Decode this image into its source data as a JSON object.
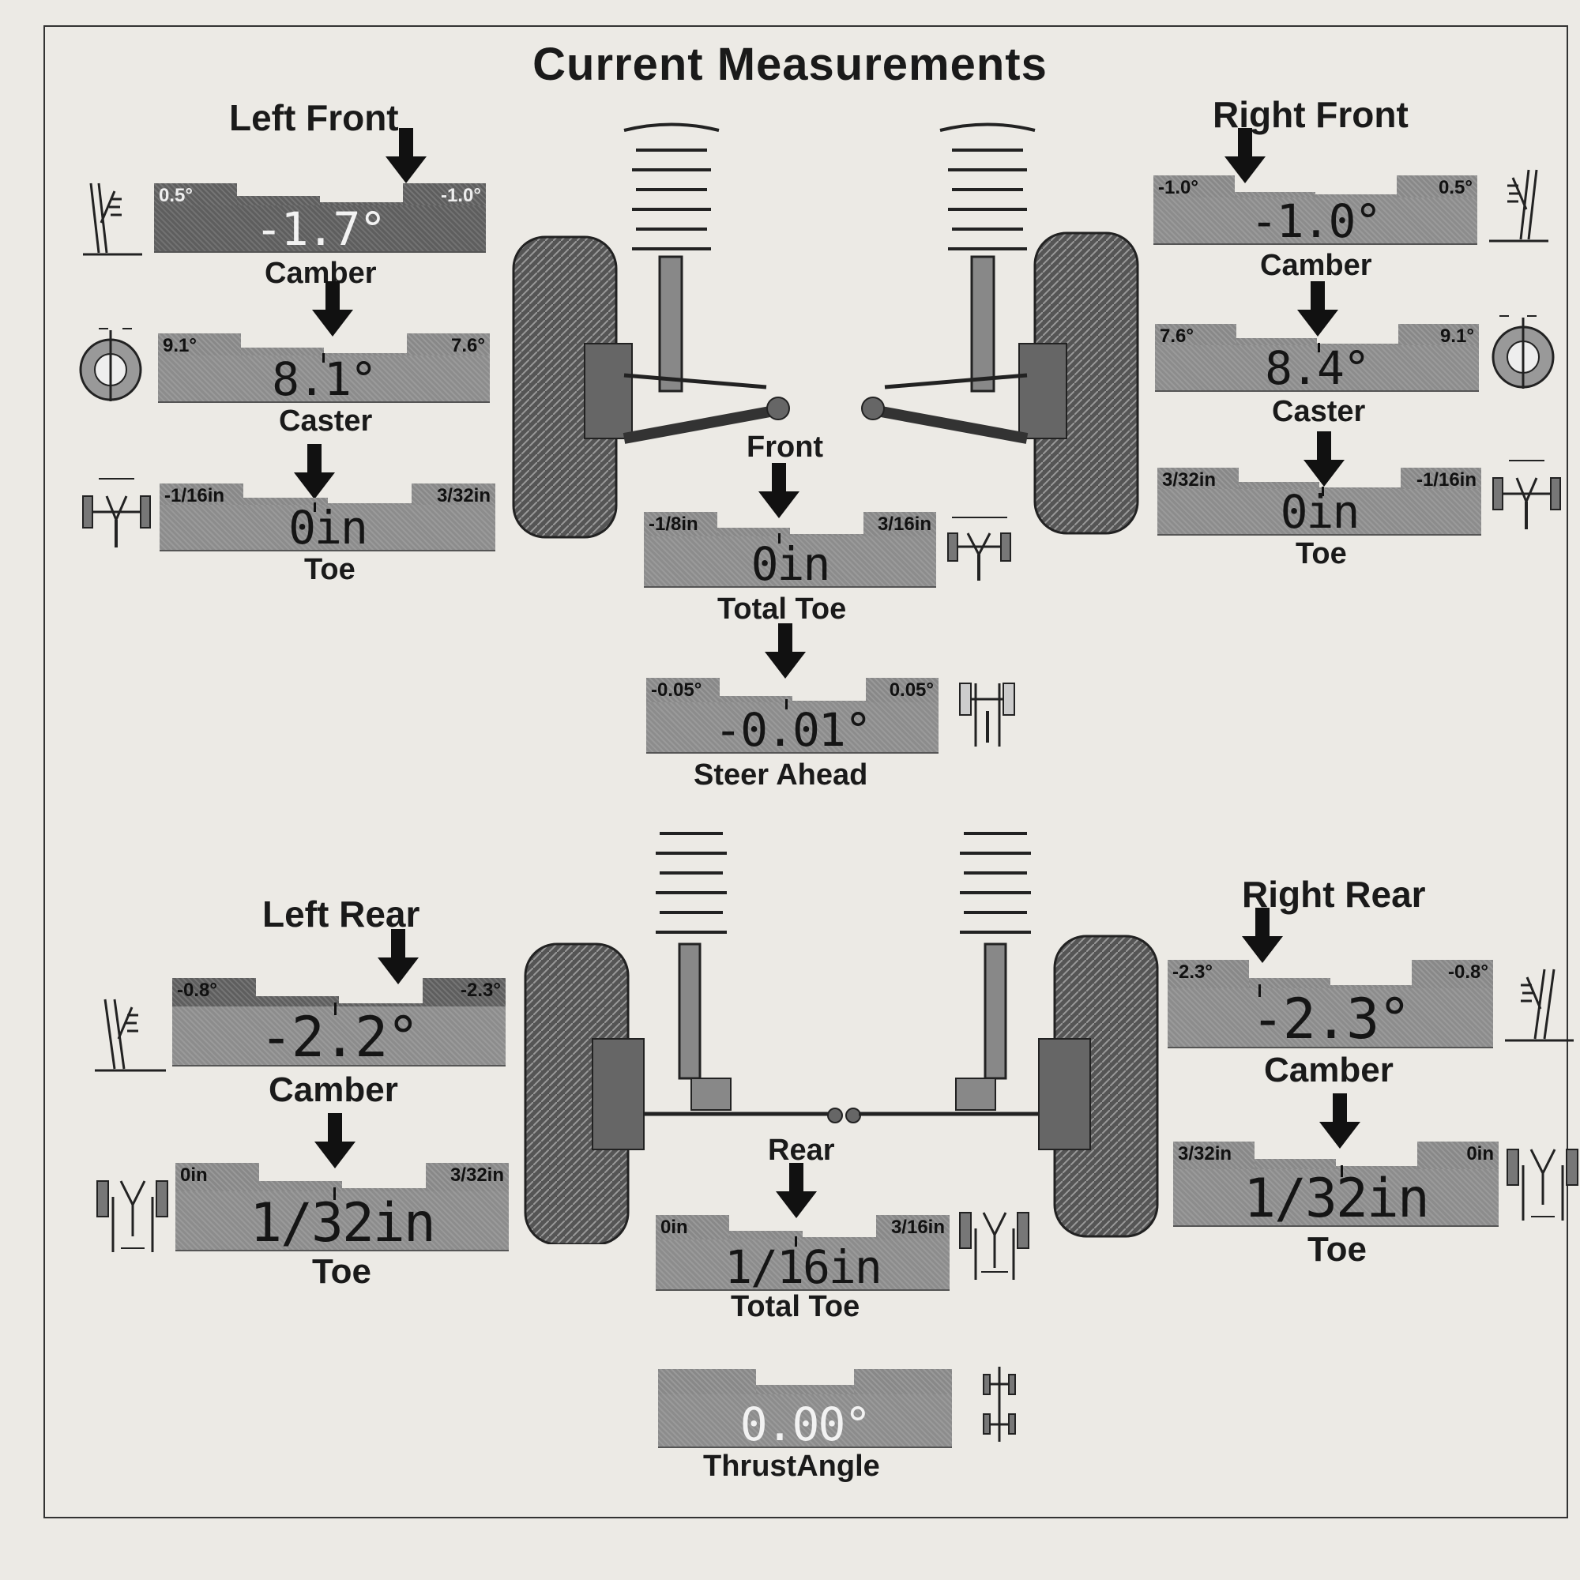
{
  "title": "Current Measurements",
  "front": {
    "left_front": {
      "title": "Left Front",
      "camber": {
        "label": "Camber",
        "min": "0.5°",
        "max": "-1.0°",
        "value": "-1.7°"
      },
      "caster": {
        "label": "Caster",
        "min": "9.1°",
        "max": "7.6°",
        "value": "8.1°"
      },
      "toe": {
        "label": "Toe",
        "min": "-1/16in",
        "max": "3/32in",
        "value": "0in"
      }
    },
    "right_front": {
      "title": "Right Front",
      "camber": {
        "label": "Camber",
        "min": "-1.0°",
        "max": "0.5°",
        "value": "-1.0°"
      },
      "caster": {
        "label": "Caster",
        "min": "7.6°",
        "max": "9.1°",
        "value": "8.4°"
      },
      "toe": {
        "label": "Toe",
        "min": "3/32in",
        "max": "-1/16in",
        "value": "0in"
      }
    },
    "center": {
      "title": "Front",
      "total_toe": {
        "label": "Total Toe",
        "min": "-1/8in",
        "max": "3/16in",
        "value": "0in"
      },
      "steer_ahead": {
        "label": "Steer Ahead",
        "min": "-0.05°",
        "max": "0.05°",
        "value": "-0.01°"
      }
    }
  },
  "rear": {
    "left_rear": {
      "title": "Left Rear",
      "camber": {
        "label": "Camber",
        "min": "-0.8°",
        "max": "-2.3°",
        "value": "-2.2°"
      },
      "toe": {
        "label": "Toe",
        "min": "0in",
        "max": "3/32in",
        "value": "1/32in"
      }
    },
    "right_rear": {
      "title": "Right Rear",
      "camber": {
        "label": "Camber",
        "min": "-2.3°",
        "max": "-0.8°",
        "value": "-2.3°"
      },
      "toe": {
        "label": "Toe",
        "min": "3/32in",
        "max": "0in",
        "value": "1/32in"
      }
    },
    "center": {
      "title": "Rear",
      "total_toe": {
        "label": "Total Toe",
        "min": "0in",
        "max": "3/16in",
        "value": "1/16in"
      },
      "thrust_angle": {
        "label": "ThrustAngle",
        "value": "0.00°"
      }
    }
  }
}
